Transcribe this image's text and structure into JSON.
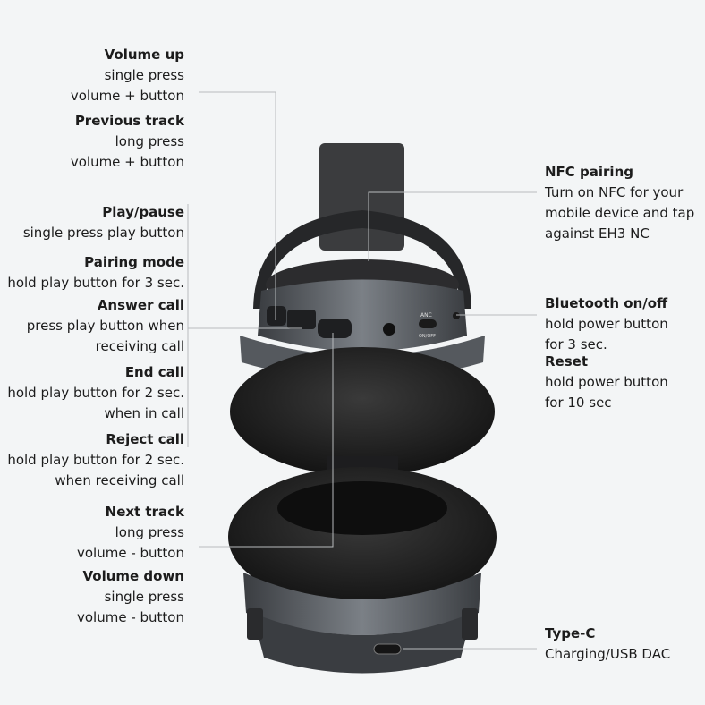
{
  "left_callouts": [
    {
      "title": "Volume up",
      "desc": [
        "single press",
        "volume + button"
      ]
    },
    {
      "title": "Previous track",
      "desc": [
        "long press",
        "volume + button"
      ]
    },
    {
      "title": "Play/pause",
      "desc": [
        "single press play button"
      ]
    },
    {
      "title": "Pairing mode",
      "desc": [
        "hold play button for 3 sec."
      ]
    },
    {
      "title": "Answer call",
      "desc": [
        "press play button when",
        "receiving call"
      ]
    },
    {
      "title": "End call",
      "desc": [
        "hold play button for 2 sec.",
        "when in call"
      ]
    },
    {
      "title": "Reject call",
      "desc": [
        "hold play button for 2 sec.",
        "when receiving call"
      ]
    },
    {
      "title": "Next track",
      "desc": [
        "long press",
        "volume - button"
      ]
    },
    {
      "title": "Volume down",
      "desc": [
        "single press",
        "volume - button"
      ]
    }
  ],
  "right_callouts": [
    {
      "title": "NFC pairing",
      "desc": [
        "Turn on NFC for your",
        "mobile device and tap",
        "against EH3 NC"
      ]
    },
    {
      "title": "Bluetooth on/off",
      "desc": [
        "hold power button",
        "for 3 sec."
      ]
    },
    {
      "title": "Reset",
      "desc": [
        "hold power button",
        "for 10 sec"
      ]
    },
    {
      "title": "Type-C",
      "desc": [
        "Charging/USB DAC"
      ]
    }
  ],
  "device_labels": {
    "anc": "ANC",
    "anc_switch": "ON/OFF"
  },
  "colors": {
    "background": "#f3f5f6",
    "leader_line": "#b8bbbd",
    "headphone_body": "#2b2d30",
    "metal_ring": "#5c6064"
  }
}
